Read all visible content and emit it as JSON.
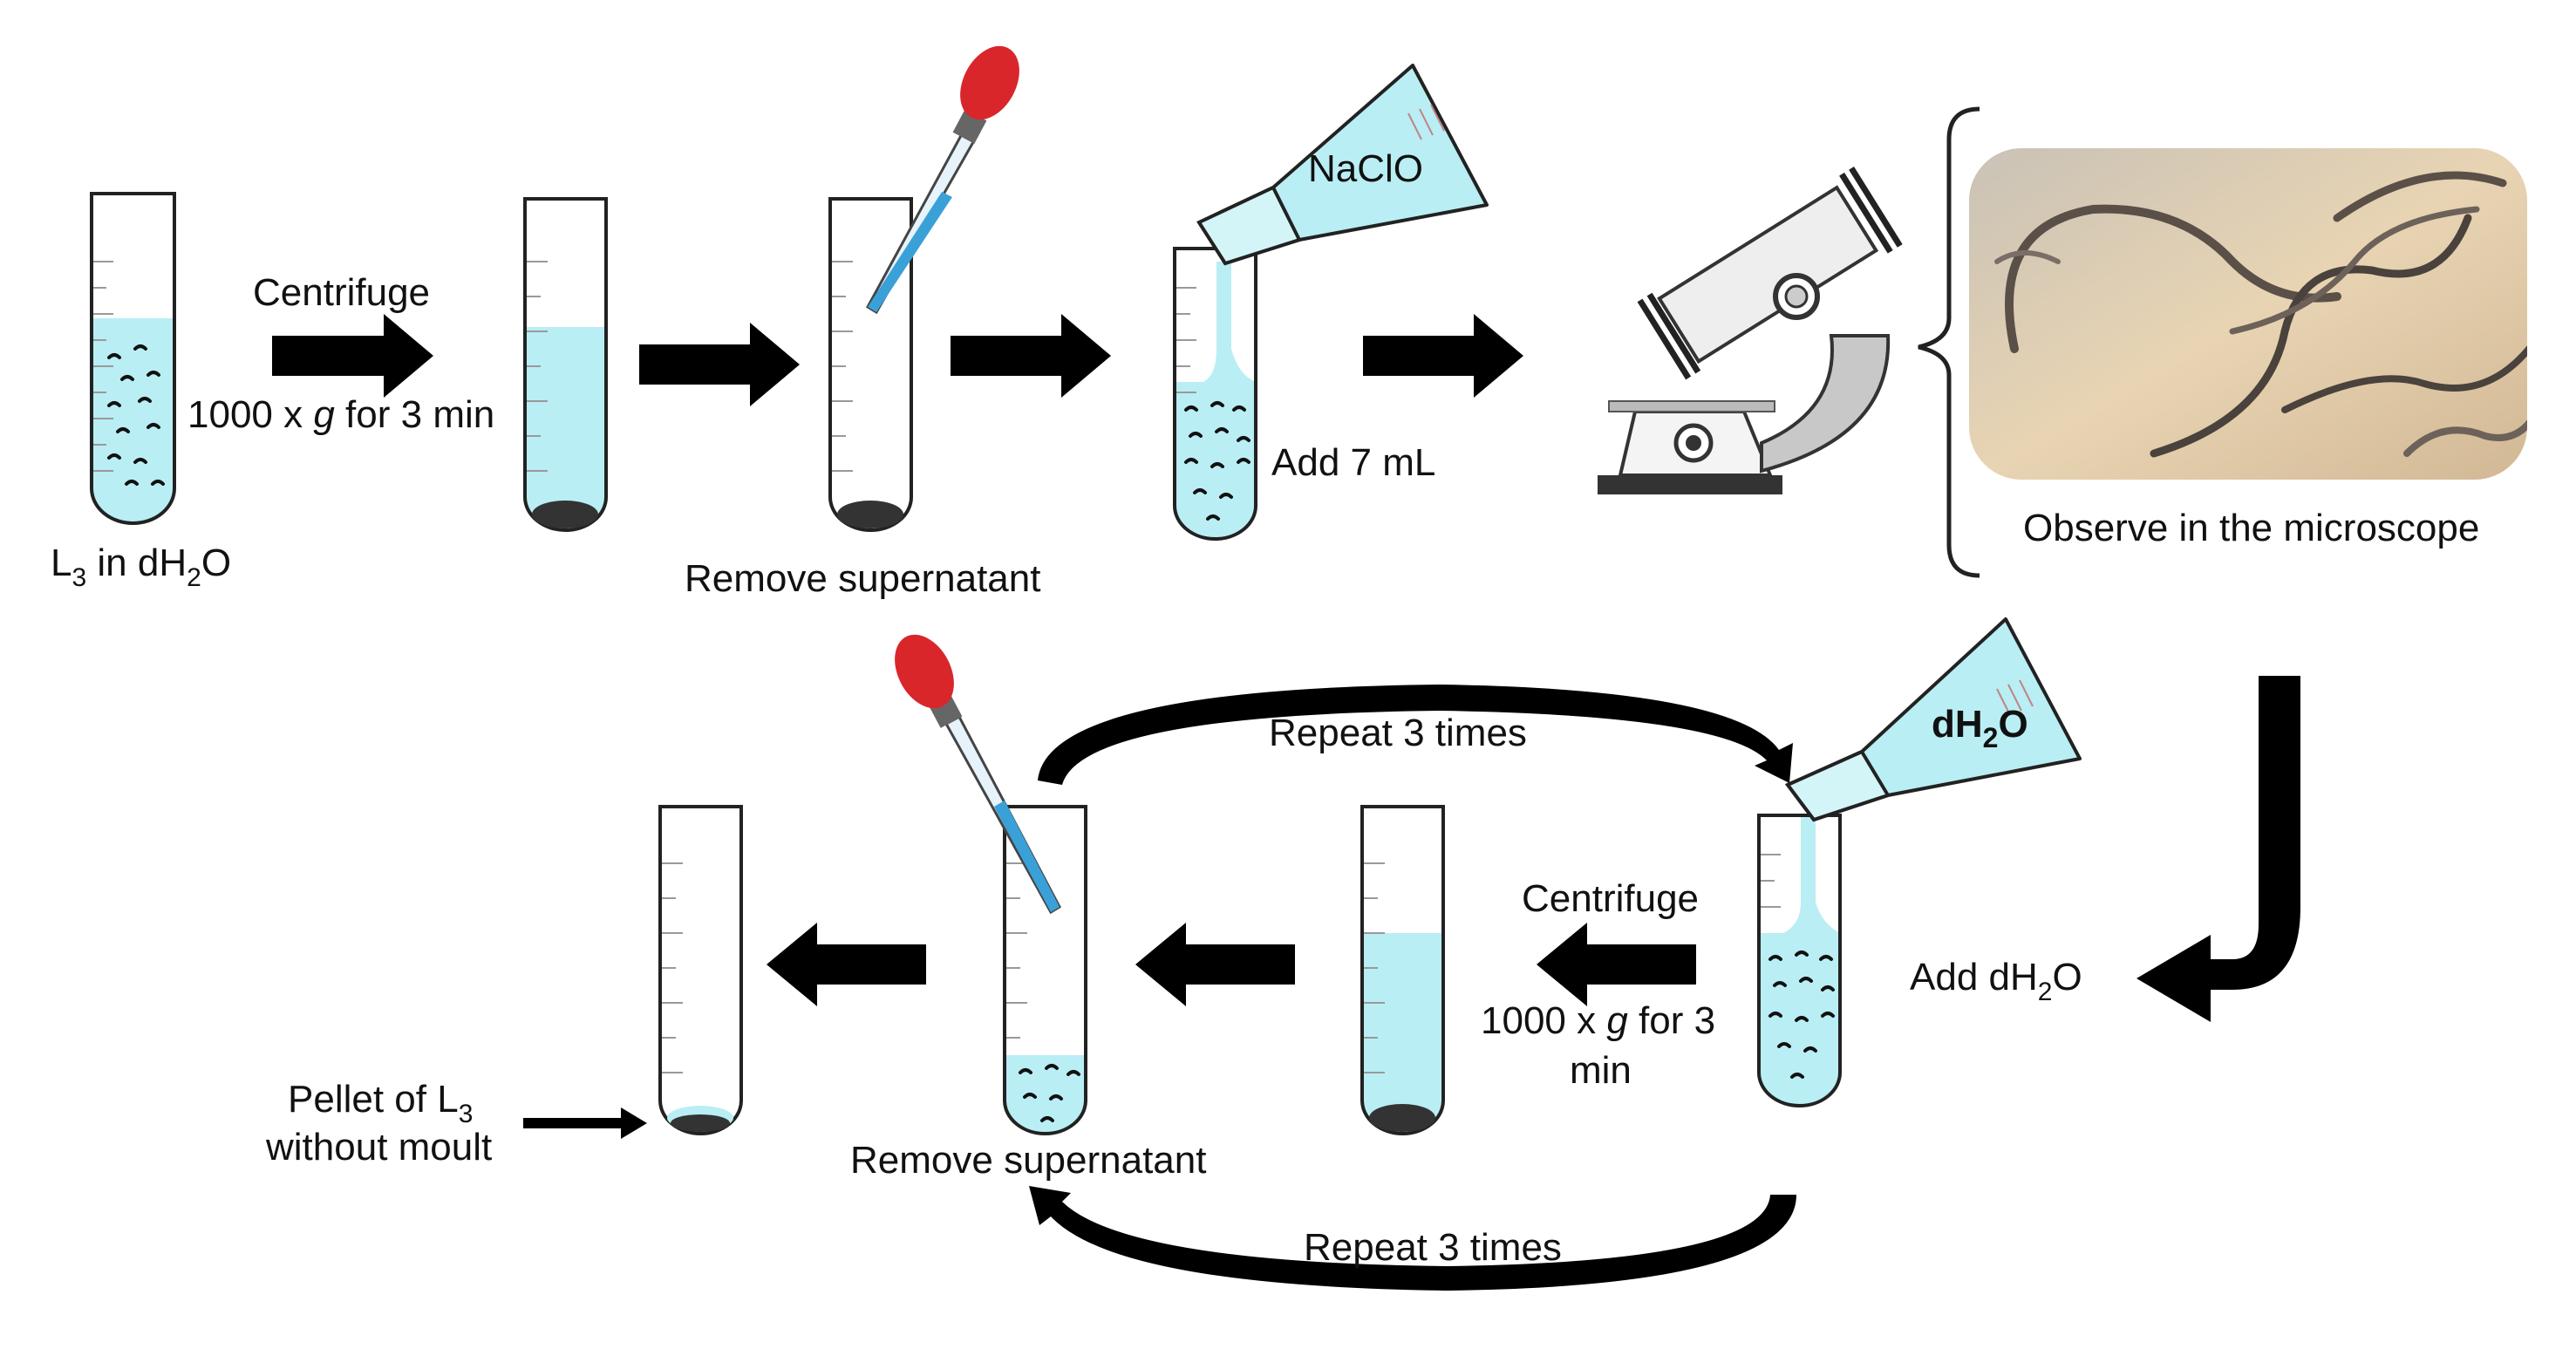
{
  "labels": {
    "l3": "L",
    "l3_sub": "3",
    "l3_rest": " in dH",
    "h2o_sub": "2",
    "h2o_rest": "O",
    "centrifuge": "Centrifuge",
    "centrifuge_speed_pre": "1000 x ",
    "centrifuge_g": "g",
    "centrifuge_speed_post": " for 3 min",
    "remove_supernatant": "Remove supernatant",
    "nacl_o": "NaClO",
    "add_7ml": "Add 7 mL",
    "observe": "Observe in the microscope",
    "repeat_top": "Repeat 3 times",
    "repeat_bottom": "Repeat 3 times",
    "dh2o_flask_d": "dH",
    "dh2o_flask_sub": "2",
    "dh2o_flask_o": "O",
    "add_dh2o_pre": "Add dH",
    "add_dh2o_sub": "2",
    "add_dh2o_post": "O",
    "centrifuge2": "Centrifuge",
    "centrifuge2_line1_pre": "1000 x ",
    "centrifuge2_g": "g",
    "centrifuge2_line1_post": " for 3",
    "centrifuge2_line2": "min",
    "remove_supernatant2": "Remove supernatant",
    "pellet_line1_pre": "Pellet of L",
    "pellet_sub": "3",
    "pellet_line2": "without moult"
  },
  "colors": {
    "liquid": "#b9eef4",
    "liquid_edge": "#7fd3de",
    "arrow": "#000000",
    "bulb": "#d9262b",
    "pipette": "#3aa0d8",
    "microscope_body": "#c8c8c8",
    "photo_bg": "#e6cfae"
  }
}
